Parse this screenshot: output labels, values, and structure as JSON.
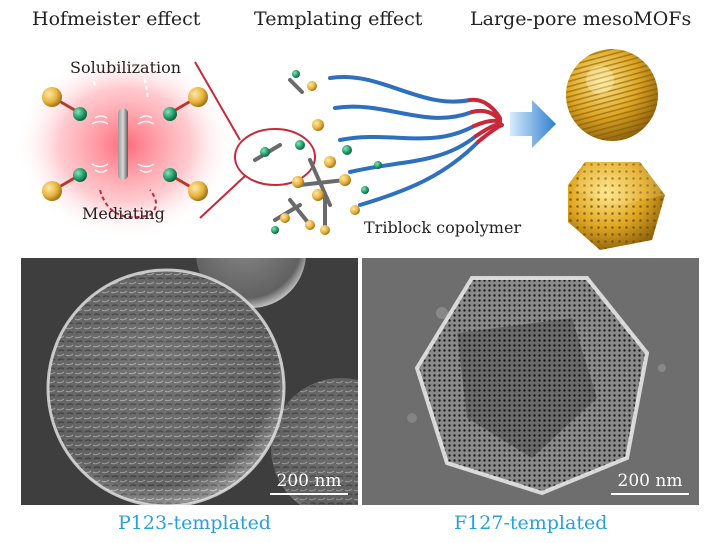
{
  "headings": {
    "hofmeister": "Hofmeister effect",
    "templating": "Templating effect",
    "large_pore": "Large-pore mesoMOFs"
  },
  "labels": {
    "solubilization": "Solubilization",
    "mediating": "Mediating",
    "triblock": "Triblock copolymer"
  },
  "panels": [
    {
      "scale": "200 nm",
      "caption": "P123-templated"
    },
    {
      "scale": "200 nm",
      "caption": "F127-templated"
    }
  ],
  "colors": {
    "gold": "#e6b23c",
    "green": "#1f9e6a",
    "red": "#c8283a",
    "blue": "#2f6fc0",
    "caption": "#2aa0d8",
    "arrow": "#3a8fd6"
  }
}
